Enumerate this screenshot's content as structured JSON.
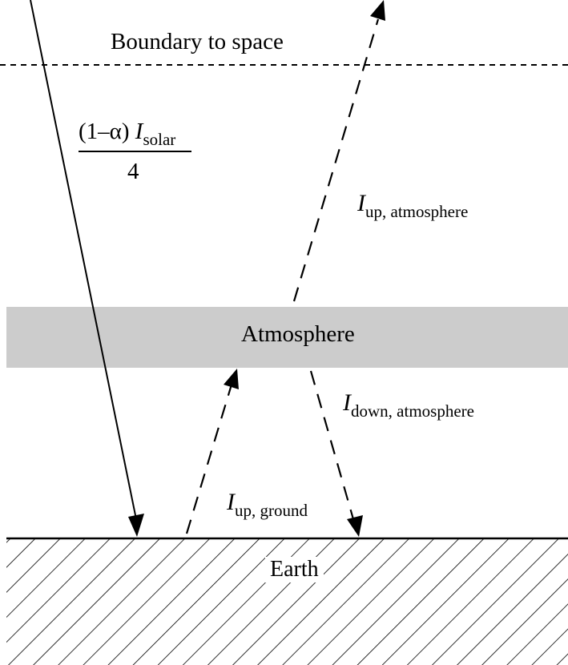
{
  "boundary": {
    "label": "Boundary to space"
  },
  "solar": {
    "numerator_prefix": "(1–α) ",
    "symbol": "I",
    "subscript": "solar",
    "denominator": "4"
  },
  "atmosphere": {
    "label": "Atmosphere",
    "fill_color": "#cccccc"
  },
  "earth": {
    "label": "Earth"
  },
  "flux_up_atmosphere": {
    "symbol": "I",
    "subscript": "up, atmosphere"
  },
  "flux_down_atmosphere": {
    "symbol": "I",
    "subscript": "down, atmosphere"
  },
  "flux_up_ground": {
    "symbol": "I",
    "subscript": "up, ground"
  },
  "colors": {
    "line": "#000000",
    "background": "#ffffff"
  }
}
